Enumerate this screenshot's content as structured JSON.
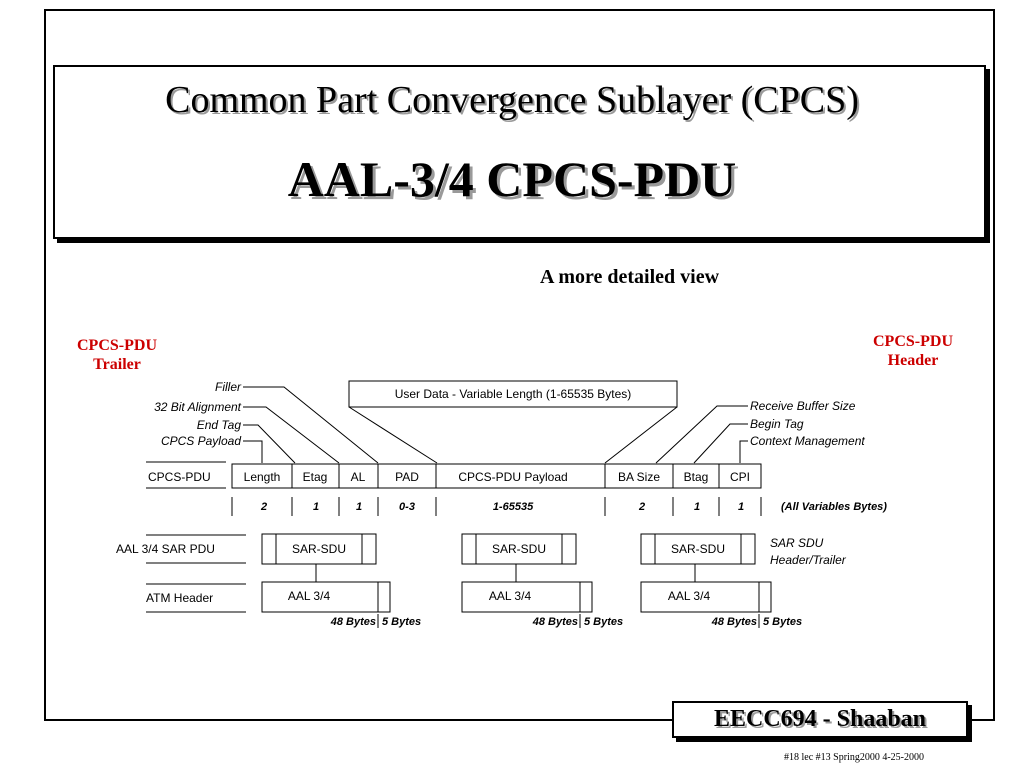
{
  "title": {
    "line1": "Common Part Convergence Sublayer (CPCS)",
    "line2": "AAL-3/4 CPCS-PDU"
  },
  "subtitle": "A more detailed view",
  "labels": {
    "trailer": [
      "CPCS-PDU",
      "Trailer"
    ],
    "header": [
      "CPCS-PDU",
      "Header"
    ]
  },
  "diagram": {
    "user_data": "User Data - Variable Length (1-65535 Bytes)",
    "left_callouts": [
      "Filler",
      "32 Bit Alignment",
      "End Tag",
      "CPCS Payload"
    ],
    "right_callouts": [
      "Receive Buffer Size",
      "Begin Tag",
      "Context Management"
    ],
    "row_labels": [
      "CPCS-PDU",
      "AAL 3/4 SAR PDU",
      "ATM Header"
    ],
    "fields": [
      "Length",
      "Etag",
      "AL",
      "PAD",
      "CPCS-PDU Payload",
      "BA Size",
      "Btag",
      "CPI"
    ],
    "sizes": [
      "2",
      "1",
      "1",
      "0-3",
      "1-65535",
      "2",
      "1",
      "1"
    ],
    "sizes_note": "(All Variables Bytes)",
    "sar_sdu": "SAR-SDU",
    "sar_note": [
      "SAR SDU",
      "Header/Trailer"
    ],
    "aal": "AAL 3/4",
    "cell_sizes": [
      "48 Bytes",
      "5 Bytes"
    ]
  },
  "footer": {
    "course": "EECC694 - Shaaban",
    "note": "#18  lec #13   Spring2000   4-25-2000"
  }
}
